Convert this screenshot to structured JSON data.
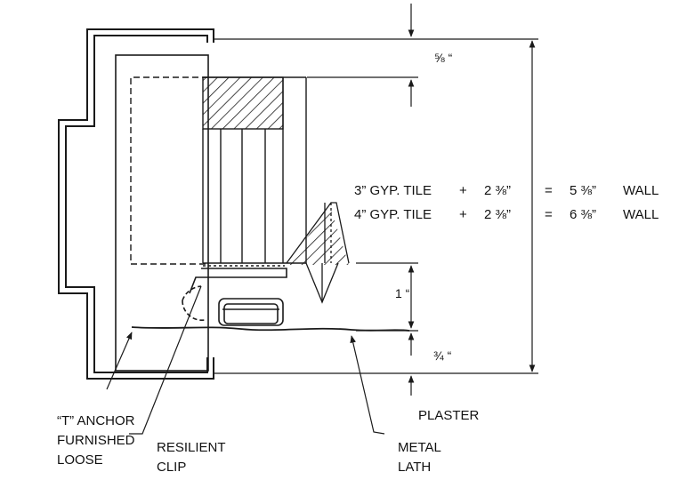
{
  "drawing": {
    "dimensions": {
      "top_gap": "⅝ “",
      "clip_depth": "1 “",
      "bottom_gap": "¾ “"
    },
    "equations": [
      {
        "tile": "3” GYP. TILE",
        "plus": "+",
        "add": "2 ⅜”",
        "eq": "=",
        "total": "5 ⅜”",
        "unit": "WALL"
      },
      {
        "tile": "4” GYP. TILE",
        "plus": "+",
        "add": "2 ⅜”",
        "eq": "=",
        "total": "6 ⅜”",
        "unit": "WALL"
      }
    ],
    "callouts": {
      "anchor": [
        "“T” ANCHOR",
        "FURNISHED",
        "LOOSE"
      ],
      "clip": [
        "RESILIENT",
        "CLIP"
      ],
      "plaster": "PLASTER",
      "lath": [
        "METAL",
        "LATH"
      ]
    },
    "line_color": "#1a1a1a"
  }
}
